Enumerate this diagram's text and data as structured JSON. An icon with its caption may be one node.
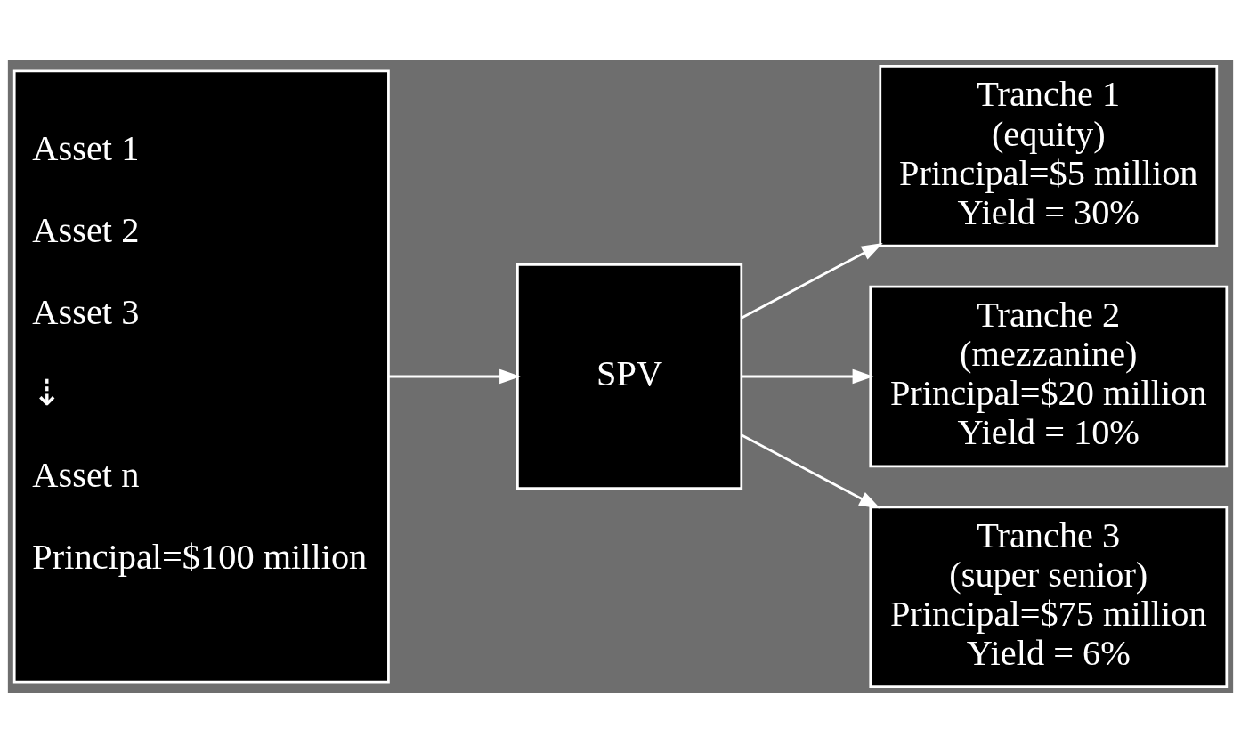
{
  "diagram": {
    "nodes": [
      {
        "text": [
          "Asset 1",
          "Asset 2",
          "Asset 3",
          "⇣",
          "Asset n",
          "Principal=$100 million"
        ]
      },
      {
        "text": [
          "SPV"
        ]
      },
      {
        "text": [
          "Tranche 1",
          "(equity)",
          "Principal=$5 million",
          "Yield = 30%"
        ]
      },
      {
        "text": [
          "Tranche 2",
          "(mezzanine)",
          "Principal=$20 million",
          "Yield = 10%"
        ]
      },
      {
        "text": [
          "Tranche 3",
          "(super senior)",
          "Principal=$75 million",
          "Yield = 6%"
        ]
      }
    ],
    "edges": [
      {
        "from": 0,
        "to": 1,
        "arrow": "to"
      },
      {
        "from": 1,
        "to": 2,
        "arrow": "to"
      },
      {
        "from": 1,
        "to": 3,
        "arrow": "to"
      },
      {
        "from": 1,
        "to": 4,
        "arrow": "to"
      }
    ]
  }
}
